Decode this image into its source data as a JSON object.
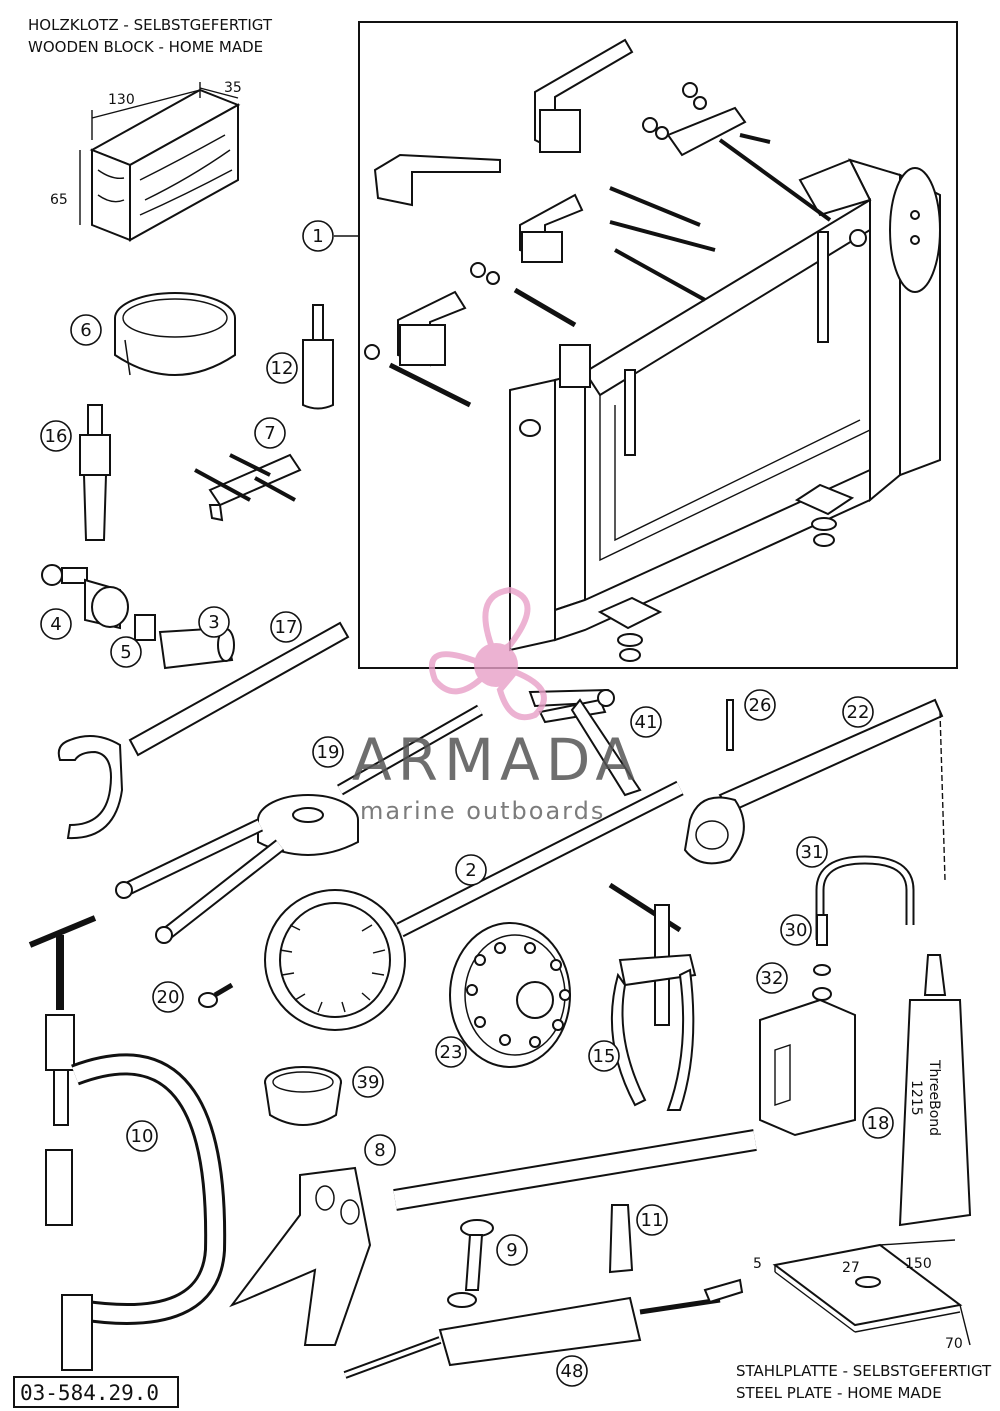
{
  "header": {
    "wooden_block_de": "HOLZKLOTZ - SELBSTGEFERTIGT",
    "wooden_block_en": "WOODEN BLOCK - HOME MADE"
  },
  "wooden_block_dims": {
    "length": "130",
    "width": "35",
    "height": "65"
  },
  "steel_plate": {
    "label_de": "STAHLPLATTE - SELBSTGEFERTIGT",
    "label_en": "STEEL PLATE - HOME MADE",
    "thickness": "5",
    "hole": "27",
    "length": "150",
    "width": "70"
  },
  "part_number": "03-584.29.0",
  "watermark": {
    "brand": "ARMADA",
    "tagline": "marine outboards"
  },
  "sealant_tube": {
    "brand": "ThreeBond",
    "code": "1215"
  },
  "callouts": [
    {
      "id": "c1",
      "num": "1"
    },
    {
      "id": "c2",
      "num": "2"
    },
    {
      "id": "c3",
      "num": "3"
    },
    {
      "id": "c4",
      "num": "4"
    },
    {
      "id": "c5",
      "num": "5"
    },
    {
      "id": "c6",
      "num": "6"
    },
    {
      "id": "c7",
      "num": "7"
    },
    {
      "id": "c8",
      "num": "8"
    },
    {
      "id": "c9",
      "num": "9"
    },
    {
      "id": "c10",
      "num": "10"
    },
    {
      "id": "c11",
      "num": "11"
    },
    {
      "id": "c12",
      "num": "12"
    },
    {
      "id": "c15",
      "num": "15"
    },
    {
      "id": "c16",
      "num": "16"
    },
    {
      "id": "c17",
      "num": "17"
    },
    {
      "id": "c18",
      "num": "18"
    },
    {
      "id": "c19",
      "num": "19"
    },
    {
      "id": "c20",
      "num": "20"
    },
    {
      "id": "c22",
      "num": "22"
    },
    {
      "id": "c23",
      "num": "23"
    },
    {
      "id": "c26",
      "num": "26"
    },
    {
      "id": "c30",
      "num": "30"
    },
    {
      "id": "c31",
      "num": "31"
    },
    {
      "id": "c32",
      "num": "32"
    },
    {
      "id": "c39",
      "num": "39"
    },
    {
      "id": "c41",
      "num": "41"
    },
    {
      "id": "c48",
      "num": "48"
    }
  ]
}
